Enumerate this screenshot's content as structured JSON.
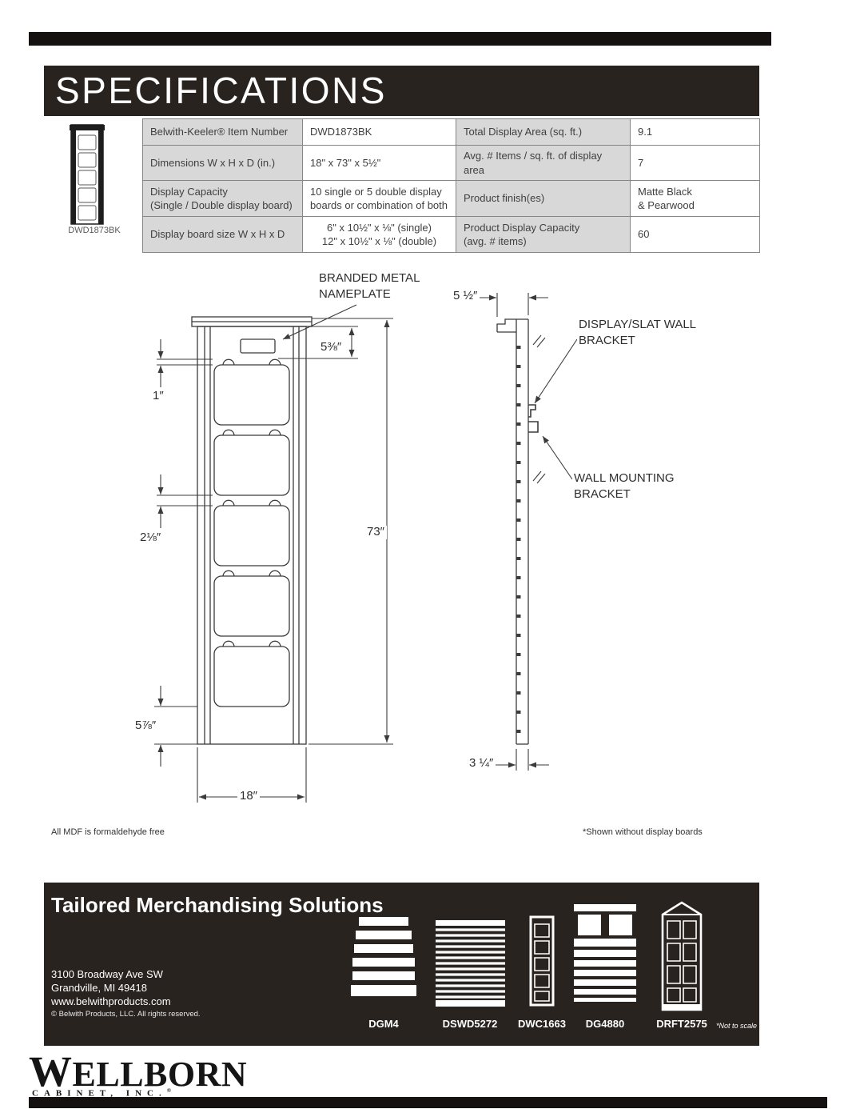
{
  "header": {
    "title": "SPECIFICATIONS"
  },
  "product_thumb": {
    "label": "DWD1873BK"
  },
  "spec_table": {
    "rows": [
      {
        "label1": "Belwith-Keeler® Item Number",
        "value1": "DWD1873BK",
        "label2": "Total Display Area (sq. ft.)",
        "value2": "9.1"
      },
      {
        "label1": "Dimensions W x H x D (in.)",
        "value1": "18\" x 73\" x 5½\"",
        "label2": "Avg. # Items / sq. ft. of display area",
        "value2": "7"
      },
      {
        "label1": "Display Capacity\n(Single / Double display board)",
        "value1": "10 single or 5 double display\nboards or combination of both",
        "label2": "Product finish(es)",
        "value2": "Matte Black\n& Pearwood"
      },
      {
        "label1": "Display board size W x H x D",
        "value1": "6\" x 10½\" x ⅛\" (single)\n12\" x 10½\" x ⅛\" (double)",
        "label2": "Product Display Capacity\n(avg. # items)",
        "value2": "60"
      }
    ]
  },
  "drawing": {
    "nameplate_callout": "BRANDED METAL\nNAMEPLATE",
    "dim_nameplate_height": "5⅜″",
    "dim_top_gap": "1″",
    "dim_board_gap": "2⅛″",
    "dim_bottom_gap": "5⅞″",
    "dim_total_height": "73″",
    "dim_width": "18″",
    "dim_depth_top": "5 ½″",
    "slat_bracket_callout": "DISPLAY/SLAT WALL\nBRACKET",
    "wall_bracket_callout": "WALL MOUNTING\nBRACKET",
    "dim_depth_base": "3 ¼″",
    "note_left": "All MDF is formaldehyde free",
    "note_right": "*Shown without display boards"
  },
  "footer": {
    "title": "Tailored Merchandising Solutions",
    "address_line1": "3100 Broadway Ave SW",
    "address_line2": "Grandville, MI 49418",
    "address_line3": "www.belwithproducts.com",
    "copyright": "© Belwith Products, LLC. All rights reserved.",
    "products": [
      {
        "label": "DGM4"
      },
      {
        "label": "DSWD5272"
      },
      {
        "label": "DWC1663"
      },
      {
        "label": "DG4880"
      },
      {
        "label": "DRFT2575"
      }
    ],
    "scale_note": "*Not to scale"
  },
  "logo": {
    "name": "WELLBORN",
    "subtitle": "CABINET, INC.",
    "reg_mark": "®"
  },
  "colors": {
    "dark_panel": "#29231f",
    "rule_bar": "#141110",
    "table_label_bg": "#d8d8d8",
    "line_art": "#3b3b3b"
  }
}
